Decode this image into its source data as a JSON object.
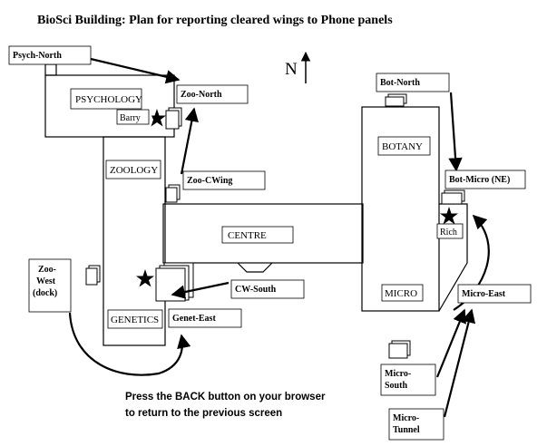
{
  "title": "BioSci Building:  Plan for reporting cleared wings to Phone panels",
  "compass": "N",
  "rooms": {
    "psychology": "PSYCHOLOGY",
    "barry": "Barry",
    "zoology": "ZOOLOGY",
    "centre": "CENTRE",
    "genetics": "GENETICS",
    "botany": "BOTANY",
    "micro": "MICRO",
    "rich": "Rich"
  },
  "panels": {
    "psych_north": "Psych-North",
    "zoo_north": "Zoo-North",
    "zoo_cwing": "Zoo-CWing",
    "zoo_west_1": "Zoo-",
    "zoo_west_2": "West",
    "zoo_west_3": "(dock)",
    "cw_south": "CW-South",
    "genet_east": "Genet-East",
    "bot_north": "Bot-North",
    "bot_micro": "Bot-Micro (NE)",
    "micro_east": "Micro-East",
    "micro_south_1": "Micro-",
    "micro_south_2": "South",
    "micro_tunnel_1": "Micro-",
    "micro_tunnel_2": "Tunnel"
  },
  "instructions": {
    "line1": "Press the BACK button on your browser",
    "line2": "to return to the previous screen"
  }
}
